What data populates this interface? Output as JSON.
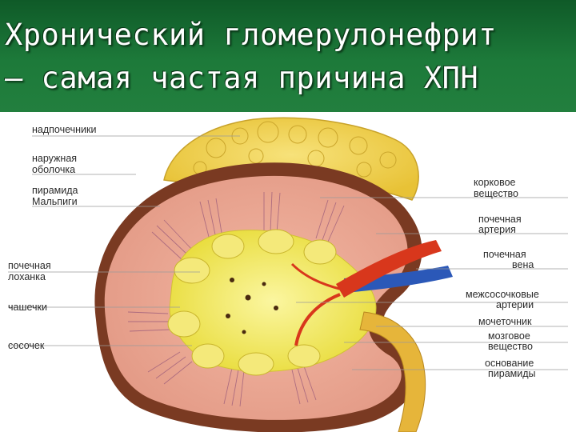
{
  "title": {
    "line1": "Хронический гломерулонефрит",
    "line2": "– самая частая причина ХПН"
  },
  "labels": {
    "left": {
      "adrenal": "надпочечники",
      "capsule_1": "наружная",
      "capsule_2": "оболочка",
      "pyramid_1": "пирамида",
      "pyramid_2": "Мальпиги",
      "pelvis_1": "почечная",
      "pelvis_2": "лоханка",
      "calyces": "чашечки",
      "papilla": "сосочек"
    },
    "right": {
      "cortex_1": "корковое",
      "cortex_2": "вещество",
      "artery_1": "почечная",
      "artery_2": "артерия",
      "vein_1": "почечная",
      "vein_2": "вена",
      "interlobar_1": "межсосочковые",
      "interlobar_2": "артерии",
      "ureter": "мочеточник",
      "medulla_1": "мозговое",
      "medulla_2": "вещество",
      "base_1": "основание",
      "base_2": "пирамиды"
    }
  },
  "colors": {
    "header_bg": "#1d7a3a",
    "cortex": "#e8a08c",
    "capsule": "#7a3a22",
    "fat": "#f2d54a",
    "pelvis": "#f4ec5a",
    "artery": "#d8371c",
    "vein": "#2b58b8",
    "ureter": "#e6b53a"
  }
}
